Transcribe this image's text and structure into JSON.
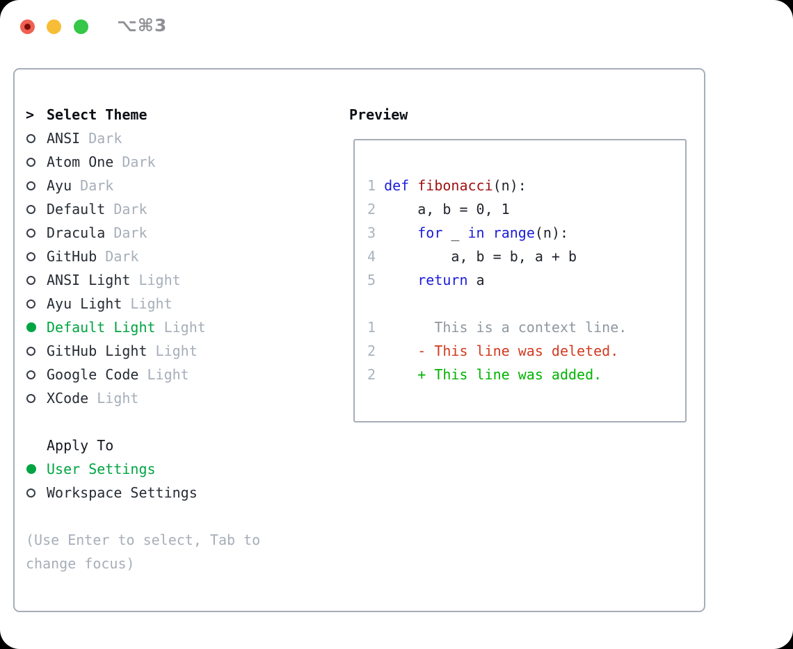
{
  "titlebar": {
    "shortcut": "⌥⌘3",
    "buttons": [
      "close",
      "minimize",
      "zoom"
    ]
  },
  "theme_picker": {
    "header_marker": ">",
    "header": "Select Theme",
    "items": [
      {
        "name": "ANSI",
        "variant": "Dark",
        "selected": false
      },
      {
        "name": "Atom One",
        "variant": "Dark",
        "selected": false
      },
      {
        "name": "Ayu",
        "variant": "Dark",
        "selected": false
      },
      {
        "name": "Default",
        "variant": "Dark",
        "selected": false
      },
      {
        "name": "Dracula",
        "variant": "Dark",
        "selected": false
      },
      {
        "name": "GitHub",
        "variant": "Dark",
        "selected": false
      },
      {
        "name": "ANSI Light",
        "variant": "Light",
        "selected": false
      },
      {
        "name": "Ayu Light",
        "variant": "Light",
        "selected": false
      },
      {
        "name": "Default Light",
        "variant": "Light",
        "selected": true
      },
      {
        "name": "GitHub Light",
        "variant": "Light",
        "selected": false
      },
      {
        "name": "Google Code",
        "variant": "Light",
        "selected": false
      },
      {
        "name": "XCode",
        "variant": "Light",
        "selected": false
      }
    ],
    "apply_to": {
      "header": "Apply To",
      "options": [
        {
          "name": "User Settings",
          "selected": true
        },
        {
          "name": "Workspace Settings",
          "selected": false
        }
      ]
    },
    "hint_lines": [
      "(Use Enter to select, Tab to",
      "change focus)"
    ]
  },
  "preview": {
    "title": "Preview",
    "code_lines": [
      [
        {
          "t": "1 ",
          "c": "num"
        },
        {
          "t": "def",
          "c": "kw"
        },
        {
          "t": " ",
          "c": "pln"
        },
        {
          "t": "fibonacci",
          "c": "fn"
        },
        {
          "t": "(n):",
          "c": "pln"
        }
      ],
      [
        {
          "t": "2 ",
          "c": "num"
        },
        {
          "t": "    a, b = 0, 1",
          "c": "pln"
        }
      ],
      [
        {
          "t": "3 ",
          "c": "num"
        },
        {
          "t": "    ",
          "c": "pln"
        },
        {
          "t": "for",
          "c": "kw"
        },
        {
          "t": " _ ",
          "c": "pln"
        },
        {
          "t": "in",
          "c": "kw"
        },
        {
          "t": " ",
          "c": "pln"
        },
        {
          "t": "range",
          "c": "kw"
        },
        {
          "t": "(n):",
          "c": "pln"
        }
      ],
      [
        {
          "t": "4 ",
          "c": "num"
        },
        {
          "t": "        a, b = b, a + b",
          "c": "pln"
        }
      ],
      [
        {
          "t": "5 ",
          "c": "num"
        },
        {
          "t": "    ",
          "c": "pln"
        },
        {
          "t": "return",
          "c": "kw"
        },
        {
          "t": " a",
          "c": "pln"
        }
      ],
      [],
      [
        {
          "t": "1 ",
          "c": "num"
        },
        {
          "t": "      This is a context line.",
          "c": "ctx"
        }
      ],
      [
        {
          "t": "2 ",
          "c": "num"
        },
        {
          "t": "    ",
          "c": "pln"
        },
        {
          "t": "- This line was deleted.",
          "c": "del"
        }
      ],
      [
        {
          "t": "2 ",
          "c": "num"
        },
        {
          "t": "    ",
          "c": "pln"
        },
        {
          "t": "+ This line was added.",
          "c": "add"
        }
      ]
    ]
  },
  "colors": {
    "selection_green": "#00a442",
    "added_green": "#00b400",
    "deleted_red": "#d13a20",
    "keyword_blue": "#1c1cd8",
    "function_red": "#9e1111",
    "context_gray": "#8e97a1",
    "gutter_gray": "#a9b2bd",
    "muted_gray": "#a6aeb9",
    "text_dark": "#262b33",
    "border_gray": "#a6adb7",
    "traffic_red": "#ef5f52",
    "traffic_yellow": "#f8bd37",
    "traffic_green": "#34c748"
  }
}
